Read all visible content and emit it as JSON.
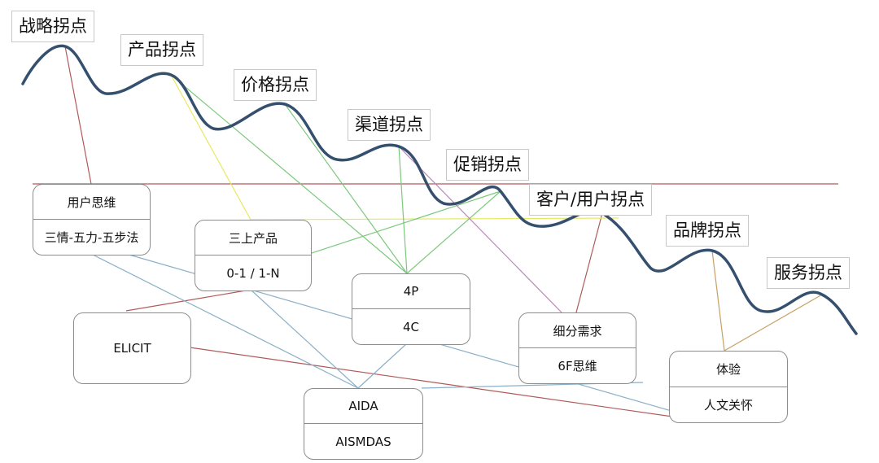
{
  "peaks": {
    "strategy": "战略拐点",
    "product": "产品拐点",
    "price": "价格拐点",
    "channel": "渠道拐点",
    "promotion": "促销拐点",
    "customer": "客户/用户拐点",
    "brand": "品牌拐点",
    "service": "服务拐点"
  },
  "boxes": {
    "user_thinking": {
      "top": "用户思维",
      "bottom": "三情-五力-五步法"
    },
    "three_products": {
      "top": "三上产品",
      "bottom": "0-1 / 1-N"
    },
    "fourp": {
      "top": "4P",
      "bottom": "4C"
    },
    "elicit": {
      "top": "ELICIT"
    },
    "aida": {
      "top": "AIDA",
      "bottom": "AISMDAS"
    },
    "segment": {
      "top": "细分需求",
      "bottom": "6F思维"
    },
    "experience": {
      "top": "体验",
      "bottom": "人文关怀"
    }
  },
  "colors": {
    "curve": "#34506e",
    "line_red": "#b05a5a",
    "line_yellow": "#e8e860",
    "line_green": "#7cc87c",
    "line_purple": "#b88ab8",
    "line_blue": "#8ab0c8",
    "line_orange": "#c8a064"
  }
}
